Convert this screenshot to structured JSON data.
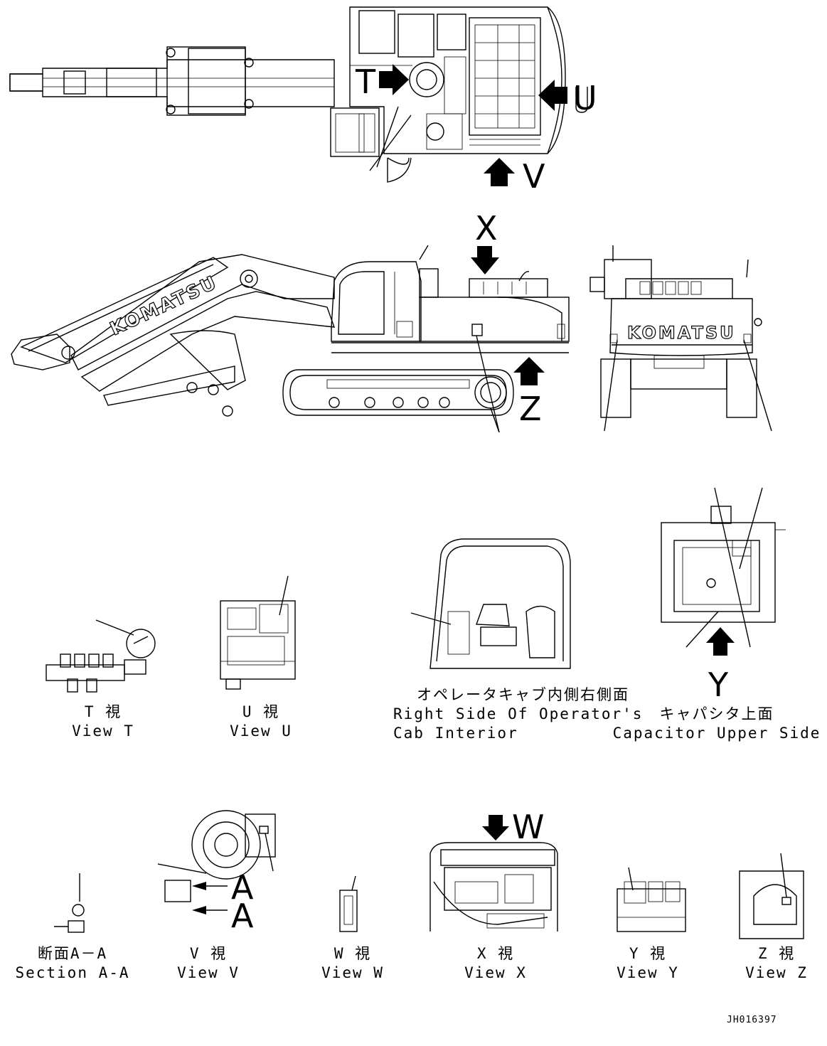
{
  "document_id": "JH016397",
  "brand_marking": "KOMATSU",
  "view_letters": {
    "t": "T",
    "u": "U",
    "v": "V",
    "x": "X",
    "z": "Z",
    "y": "Y",
    "w": "W",
    "a_upper": "A",
    "a_lower": "A"
  },
  "captions": {
    "view_t": {
      "jp": "T  視",
      "en": "View T"
    },
    "view_u": {
      "jp": "U  視",
      "en": "View U"
    },
    "cab_interior": {
      "jp": "オペレータキャブ内側右側面",
      "en_line1": "Right Side Of Operator's",
      "en_line2": "Cab Interior"
    },
    "capacitor": {
      "jp": "キャパシタ上面",
      "en": "Capacitor Upper Side"
    },
    "section_aa": {
      "jp": "断面A－A",
      "en": "Section A-A"
    },
    "view_v": {
      "jp": "V  視",
      "en": "View V"
    },
    "view_w": {
      "jp": "W  視",
      "en": "View W"
    },
    "view_x": {
      "jp": "X  視",
      "en": "View X"
    },
    "view_y": {
      "jp": "Y  視",
      "en": "View Y"
    },
    "view_z": {
      "jp": "Z  視",
      "en": "View Z"
    }
  }
}
